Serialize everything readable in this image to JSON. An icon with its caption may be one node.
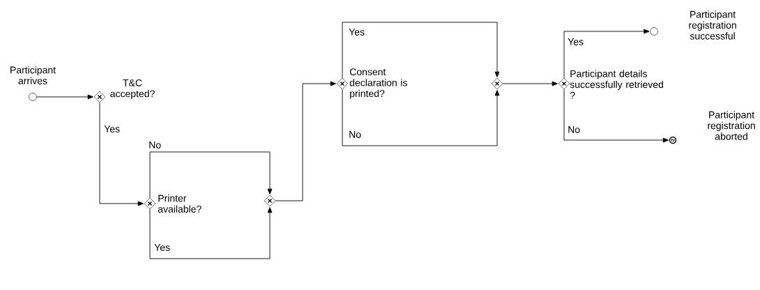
{
  "diagram": {
    "nodes": [
      {
        "text": [
          "Participant arrives"
        ]
      },
      {
        "text": [
          "T&C accepted?"
        ]
      },
      {
        "text": [
          "Printer available?"
        ]
      },
      {
        "text": [],
        "shape": "diamond"
      },
      {
        "text": [
          "Consent declaration is printed?"
        ]
      },
      {
        "text": [],
        "shape": "diamond"
      },
      {
        "text": [
          "Participant details successfully retrieved ?"
        ]
      },
      {
        "text": [
          "Participant registration successful"
        ]
      },
      {
        "text": [
          "Participant registration aborted"
        ]
      }
    ],
    "edges": [
      {
        "from": 0,
        "to": 1,
        "arrow": "to"
      },
      {
        "from": 1,
        "to": 2,
        "arrow": "to",
        "label": "Yes"
      },
      {
        "from": 2,
        "to": 3,
        "arrow": "to",
        "label": "No"
      },
      {
        "from": 2,
        "to": 3,
        "arrow": "to",
        "label": "Yes"
      },
      {
        "from": 3,
        "to": 4,
        "arrow": "to"
      },
      {
        "from": 4,
        "to": 5,
        "arrow": "to",
        "label": "Yes"
      },
      {
        "from": 4,
        "to": 5,
        "arrow": "to",
        "label": "No"
      },
      {
        "from": 5,
        "to": 6,
        "arrow": "to"
      },
      {
        "from": 6,
        "to": 7,
        "arrow": "to",
        "label": "Yes"
      },
      {
        "from": 6,
        "to": 8,
        "arrow": "to",
        "label": "No"
      }
    ]
  }
}
